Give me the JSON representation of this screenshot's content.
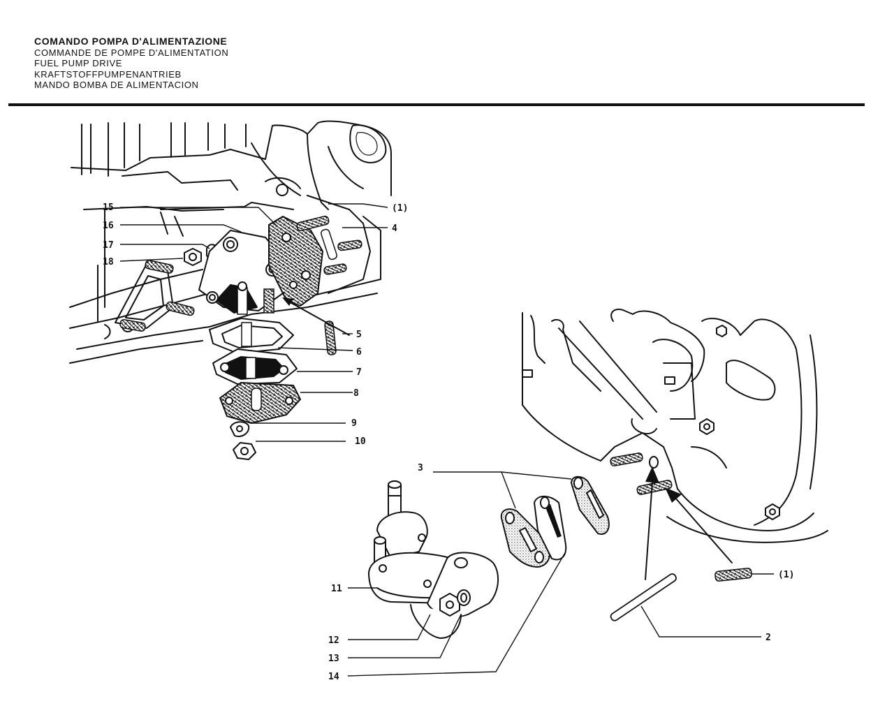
{
  "titles": {
    "it": "COMANDO POMPA D'ALIMENTAZIONE",
    "fr": "COMMANDE DE POMPE D'ALIMENTATION",
    "en": "FUEL PUMP DRIVE",
    "de": "KRAFTSTOFFPUMPENANTRIEB",
    "es": "MANDO BOMBA DE ALIMENTACION"
  },
  "labels": {
    "l15": "15",
    "l16": "16",
    "l17": "17",
    "l18": "18",
    "l1a": "(1)",
    "l4": "4",
    "l5": "5",
    "l6": "6",
    "l7": "7",
    "l8": "8",
    "l9": "9",
    "l10": "10",
    "l3": "3",
    "l11": "11",
    "l12": "12",
    "l13": "13",
    "l14": "14",
    "l1b": "(1)",
    "l2": "2"
  }
}
